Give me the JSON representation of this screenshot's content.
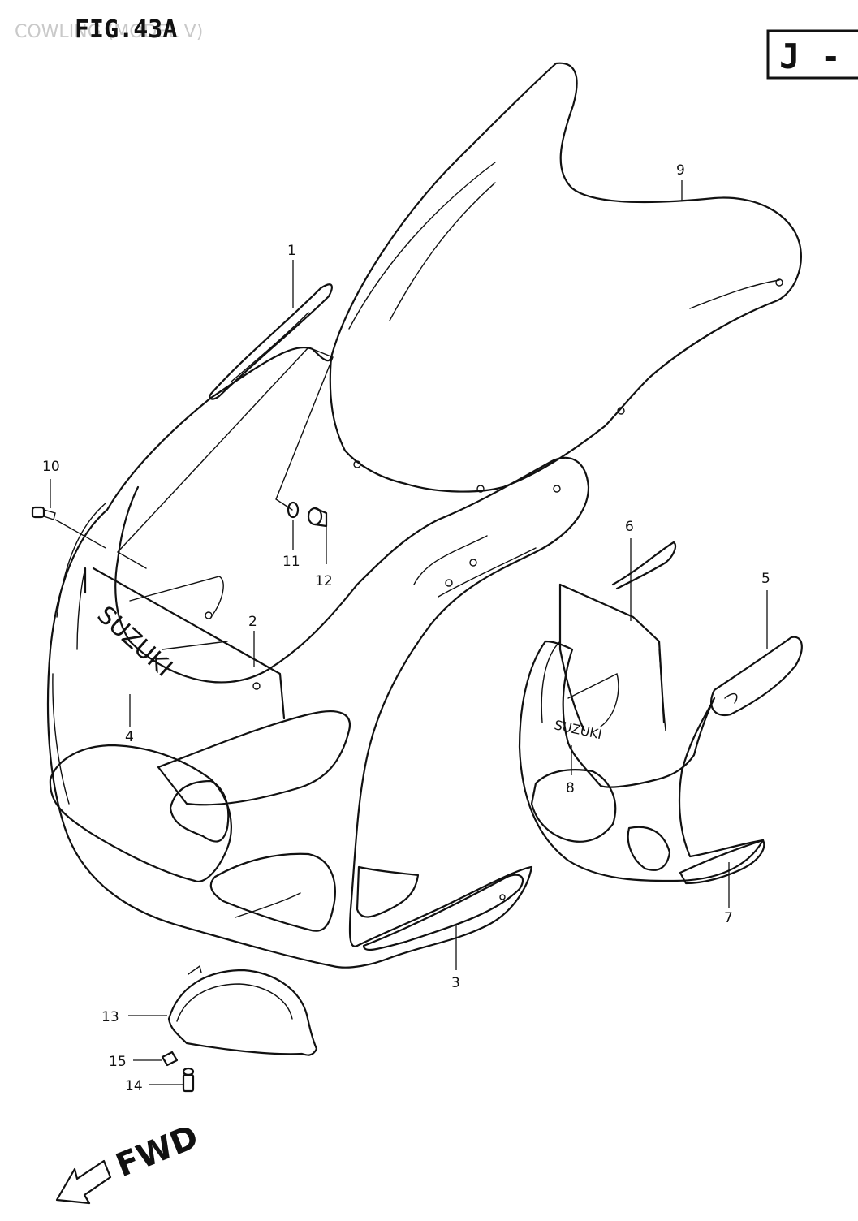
{
  "header": {
    "figure": "FIG.43A",
    "subtitle_faint": "COWLING (MODEL V)",
    "section_code": "J -"
  },
  "parts": {
    "p1": "1",
    "p2": "2",
    "p3": "3",
    "p4": "4",
    "p5": "5",
    "p6": "6",
    "p7": "7",
    "p8": "8",
    "p9": "9",
    "p10": "10",
    "p11": "11",
    "p12": "12",
    "p13": "13",
    "p14": "14",
    "p15": "15"
  },
  "decals": {
    "main_brand": "SUZUKI",
    "lower_brand": "SUZUKI"
  },
  "direction": {
    "label": "FWD"
  }
}
